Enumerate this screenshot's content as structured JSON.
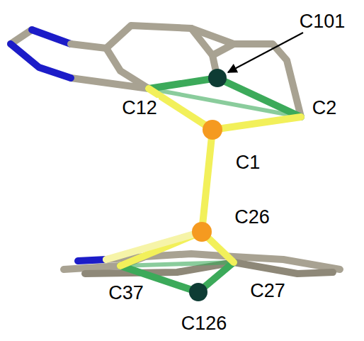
{
  "diagram": {
    "labels": [
      "C101",
      "C12",
      "C2",
      "C1",
      "C26",
      "C37",
      "C27",
      "C126"
    ]
  }
}
